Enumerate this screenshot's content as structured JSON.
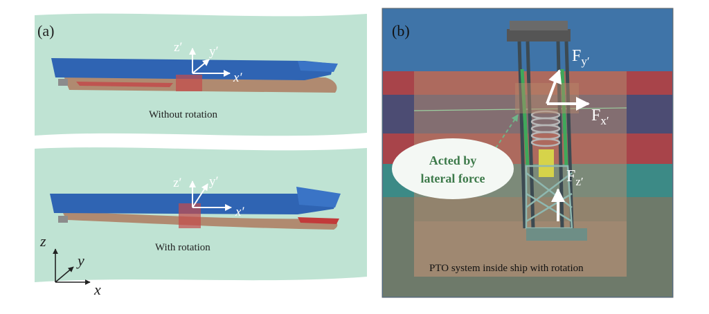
{
  "panel_a": {
    "label": "(a)",
    "top": {
      "caption": "Without rotation",
      "axes": {
        "x": "x′",
        "y": "y′",
        "z": "z′"
      }
    },
    "bottom": {
      "caption": "With rotation",
      "axes": {
        "x": "x′",
        "y": "y′",
        "z": "z′"
      }
    },
    "global_axes": {
      "x": "x",
      "y": "y",
      "z": "z"
    }
  },
  "panel_b": {
    "label": "(b)",
    "forces": {
      "fx": "F",
      "fx_sub": "x′",
      "fy": "F",
      "fy_sub": "y′",
      "fz": "F",
      "fz_sub": "z′"
    },
    "callout": {
      "line1": "Acted by",
      "line2": "lateral force"
    },
    "caption": "PTO system inside ship with rotation"
  },
  "colors": {
    "water": "#bfe3d3",
    "deck": "#2f64b3",
    "hull": "#b08a70",
    "red_band": "#c23a3a",
    "callout_text": "#3d7a4a",
    "frame": "#6a6a6a"
  }
}
